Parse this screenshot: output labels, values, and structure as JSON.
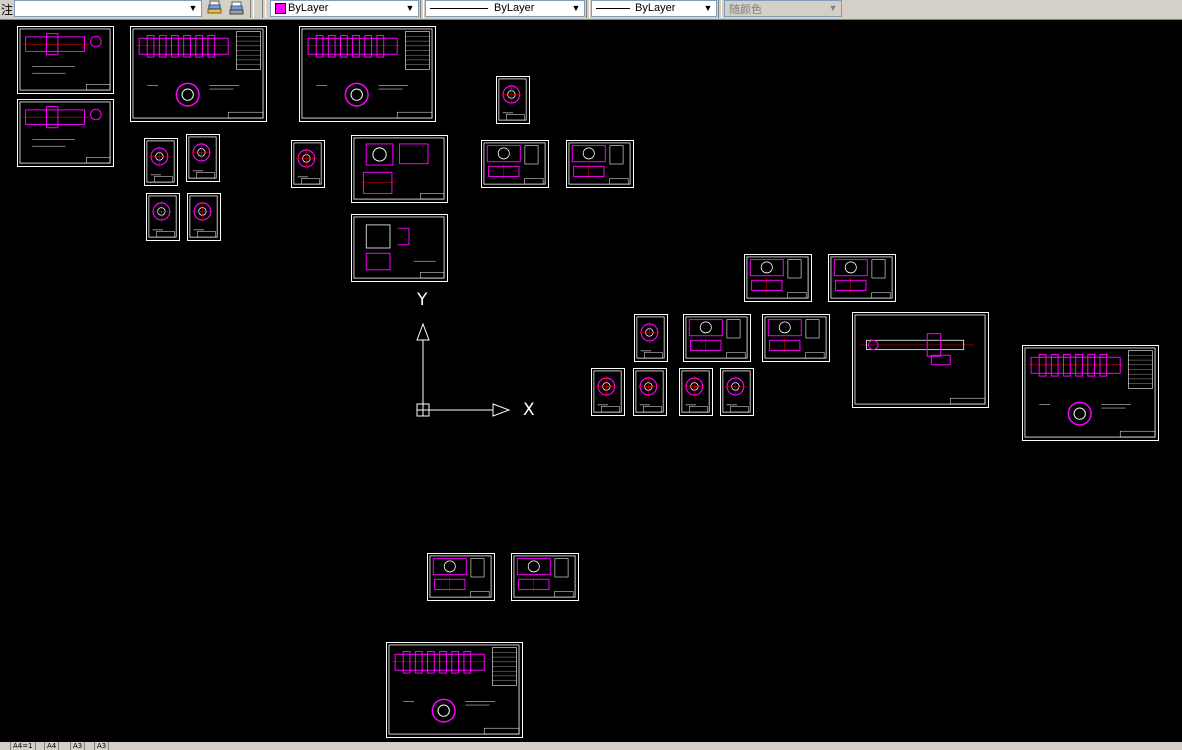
{
  "toolbar": {
    "annot_label": "注",
    "color_value": "ByLayer",
    "linetype_value": "ByLayer",
    "lineweight_value": "ByLayer",
    "plotstyle_value": "随颜色",
    "colors": {
      "byLayer_swatch": "#ff00ff"
    },
    "icons": [
      "layer-states-icon",
      "layer-previous-icon"
    ]
  },
  "ucs": {
    "x_label": "X",
    "y_label": "Y"
  },
  "layout_tabs": [
    "A4=1",
    "A4",
    "A3",
    "A3"
  ],
  "drawing_colors": {
    "outline": "#ffffff",
    "geometry": "#ff00ff",
    "centerline": "#ff0000"
  }
}
